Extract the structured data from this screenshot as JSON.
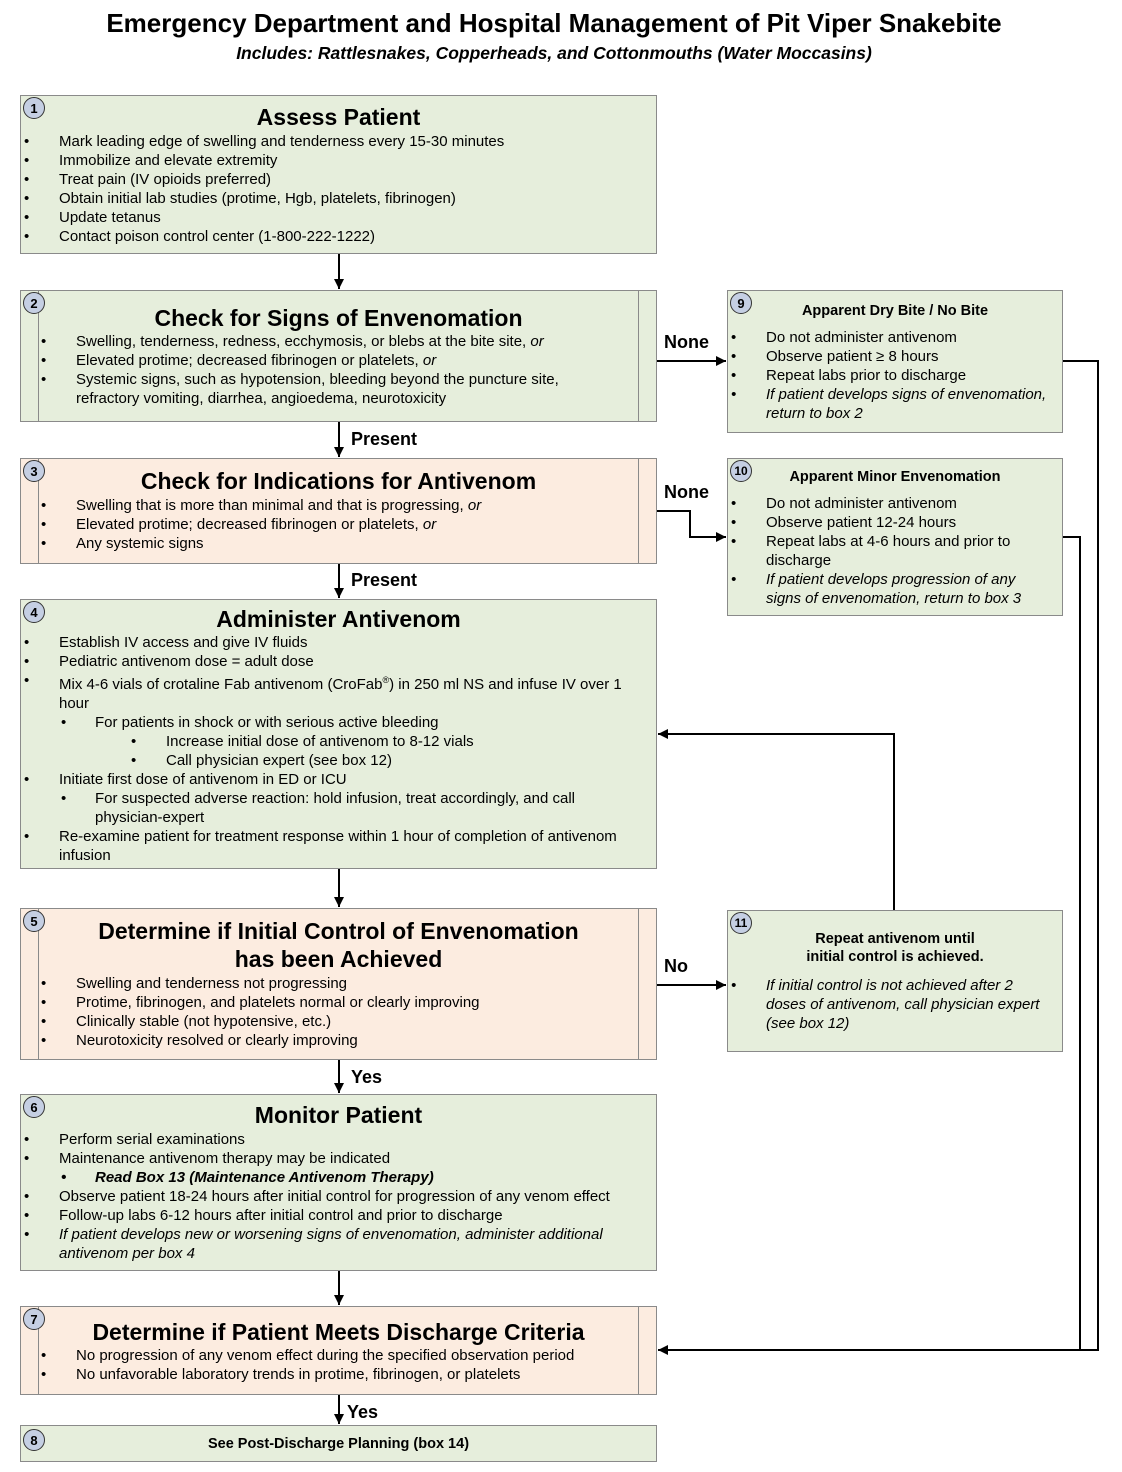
{
  "header": {
    "title": "Emergency Department and Hospital Management of Pit Viper Snakebite",
    "subtitle": "Includes: Rattlesnakes, Copperheads, and Cottonmouths (Water Moccasins)"
  },
  "colors": {
    "green": "#e6eedc",
    "peach": "#fcece0",
    "number_badge": "#c5cfe3"
  },
  "boxes": {
    "b1": {
      "num": "1",
      "title": "Assess Patient",
      "items": [
        "Mark leading edge of swelling and tenderness every 15-30 minutes",
        "Immobilize and elevate extremity",
        "Treat pain (IV opioids preferred)",
        "Obtain initial lab studies (protime, Hgb, platelets, fibrinogen)",
        "Update tetanus",
        "Contact poison control center (1-800-222-1222)"
      ]
    },
    "b2": {
      "num": "2",
      "title": "Check for Signs of Envenomation",
      "item1": "Swelling, tenderness, redness, ecchymosis, or blebs at the bite site, ",
      "item2": "Elevated protime; decreased fibrinogen or platelets, ",
      "item3": "Systemic signs, such as hypotension, bleeding beyond the puncture site, refractory vomiting, diarrhea, angioedema, neurotoxicity",
      "or": "or"
    },
    "b3": {
      "num": "3",
      "title": "Check for Indications for Antivenom",
      "item1": "Swelling that is more than minimal and that is progressing, ",
      "item2": "Elevated protime; decreased fibrinogen or platelets, ",
      "item3": "Any systemic signs",
      "or": "or"
    },
    "b4": {
      "num": "4",
      "title": "Administer Antivenom",
      "item1": "Establish IV access and give IV fluids",
      "item2": "Pediatric antivenom dose = adult dose",
      "item3a": "Mix 4-6 vials of crotaline Fab antivenom (CroFab",
      "item3reg": "®",
      "item3b": ") in 250 ml NS and infuse IV over 1 hour",
      "sub1": "For patients in shock or with serious active bleeding",
      "sub1a": "Increase initial dose of antivenom to 8-12 vials",
      "sub1b": "Call physician expert (see box 12)",
      "item4": "Initiate first dose of antivenom in ED or ICU",
      "sub2": "For suspected adverse reaction: hold infusion, treat accordingly, and call physician-expert",
      "item5": "Re-examine patient for treatment response within 1 hour of completion of antivenom infusion"
    },
    "b5": {
      "num": "5",
      "title_line1": "Determine if Initial Control of Envenomation",
      "title_line2": "has been Achieved",
      "items": [
        "Swelling and tenderness not progressing",
        "Protime, fibrinogen, and platelets normal or clearly improving",
        "Clinically stable (not hypotensive, etc.)",
        "Neurotoxicity resolved or clearly improving"
      ]
    },
    "b6": {
      "num": "6",
      "title": "Monitor Patient",
      "item1": "Perform serial examinations",
      "item2": "Maintenance antivenom therapy may be indicated",
      "sub1": "Read Box 13 (Maintenance Antivenom Therapy)",
      "item3": "Observe patient 18-24 hours after initial control for progression of any venom effect",
      "item4": "Follow-up labs 6-12 hours after initial control and prior to discharge",
      "item5": "If patient develops new or worsening signs of envenomation, administer additional antivenom per box 4"
    },
    "b7": {
      "num": "7",
      "title": "Determine if Patient Meets Discharge Criteria",
      "items": [
        "No progression of any venom effect during the specified observation period",
        "No unfavorable laboratory trends in protime, fibrinogen, or platelets"
      ]
    },
    "b8": {
      "num": "8",
      "title": "See Post-Discharge Planning (box 14)"
    },
    "b9": {
      "num": "9",
      "title": "Apparent Dry Bite / No Bite",
      "item1": "Do not administer antivenom",
      "item2": "Observe patient ≥ 8 hours",
      "item3": "Repeat labs prior to discharge",
      "item4": "If patient develops signs of envenomation, return to box 2"
    },
    "b10": {
      "num": "10",
      "title": "Apparent Minor Envenomation",
      "item1": "Do not administer antivenom",
      "item2": "Observe patient 12-24 hours",
      "item3": "Repeat labs at 4-6 hours and prior to discharge",
      "item4": "If patient develops progression of any signs of envenomation, return to box 3"
    },
    "b11": {
      "num": "11",
      "title_line1": "Repeat antivenom until",
      "title_line2": "initial control is achieved.",
      "item1": "If initial control is not achieved after 2 doses of antivenom, call physician expert (see box 12)"
    }
  },
  "labels": {
    "present1": "Present",
    "present2": "Present",
    "none1": "None",
    "none2": "None",
    "no": "No",
    "yes1": "Yes",
    "yes2": "Yes"
  }
}
